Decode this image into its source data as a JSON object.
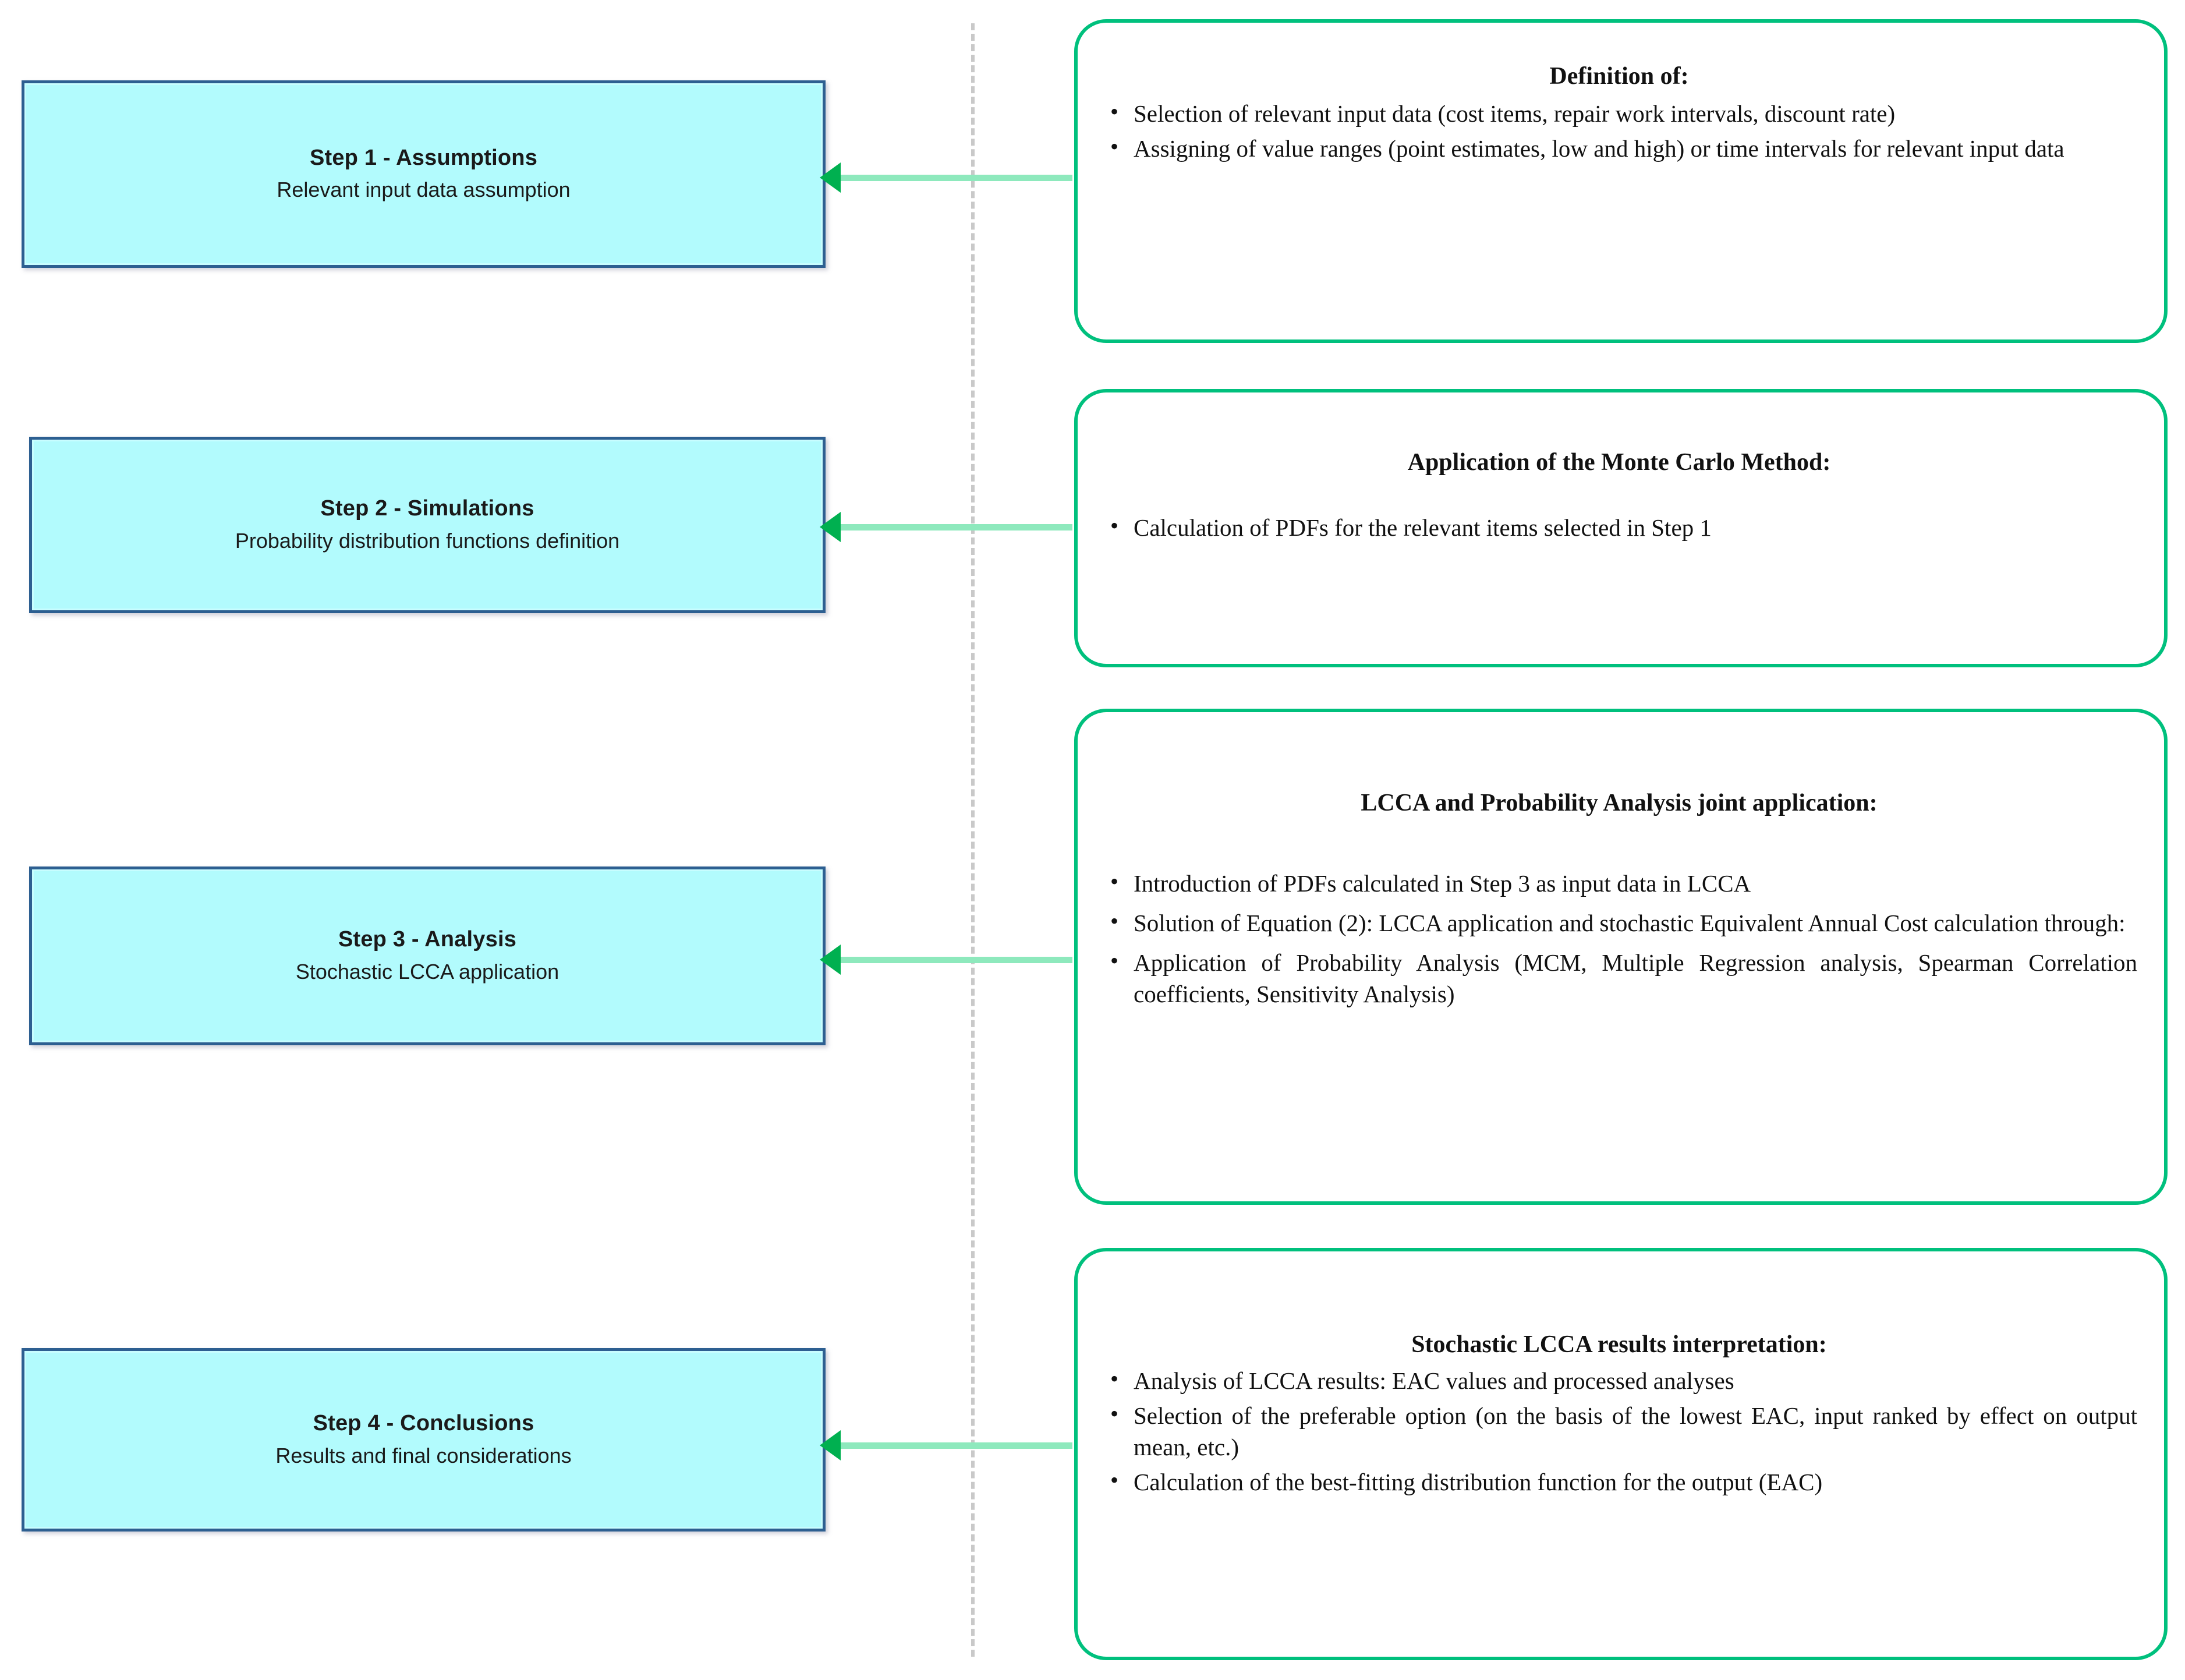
{
  "diagram": {
    "title": "Stochastic LCCA methodology flowchart",
    "divider": {
      "style": "dashed-vertical",
      "color": "#c9c9c9"
    },
    "colors": {
      "step_box_fill": "#b2fbfd",
      "step_box_border": "#2d5f91",
      "panel_border": "#00c07d",
      "arrow_line": "#8ee9bd",
      "arrow_head": "#00b050"
    },
    "steps": [
      {
        "id": "step-1",
        "title": "Step 1 - Assumptions",
        "subtitle": "Relevant input data assumption",
        "panel": {
          "heading": "Definition of:",
          "bullets": [
            "Selection of relevant input data (cost items, repair work intervals, discount rate)",
            "Assigning of value ranges (point estimates, low and high) or time intervals for relevant input data"
          ]
        }
      },
      {
        "id": "step-2",
        "title": "Step 2 - Simulations",
        "subtitle": "Probability distribution functions definition",
        "panel": {
          "heading": "Application of the Monte Carlo Method:",
          "bullets": [
            "Calculation of PDFs for the relevant items selected in Step 1"
          ]
        }
      },
      {
        "id": "step-3",
        "title": "Step 3 - Analysis",
        "subtitle": "Stochastic LCCA application",
        "panel": {
          "heading": "LCCA and Probability Analysis joint application:",
          "bullets": [
            "Introduction of PDFs calculated in Step 3 as input data in LCCA",
            "Solution of Equation (2): LCCA application and stochastic Equivalent Annual Cost calculation through:",
            "Application of Probability Analysis (MCM, Multiple Regression analysis, Spearman Correlation coefficients, Sensitivity Analysis)"
          ]
        }
      },
      {
        "id": "step-4",
        "title": "Step 4 - Conclusions",
        "subtitle": "Results and final considerations",
        "panel": {
          "heading": "Stochastic LCCA results interpretation:",
          "bullets": [
            "Analysis of LCCA results: EAC values and processed analyses",
            "Selection of the preferable option (on the basis of the lowest EAC, input ranked by effect on output mean, etc.)",
            "Calculation of the best-fitting distribution function for the output (EAC)"
          ]
        }
      }
    ]
  }
}
